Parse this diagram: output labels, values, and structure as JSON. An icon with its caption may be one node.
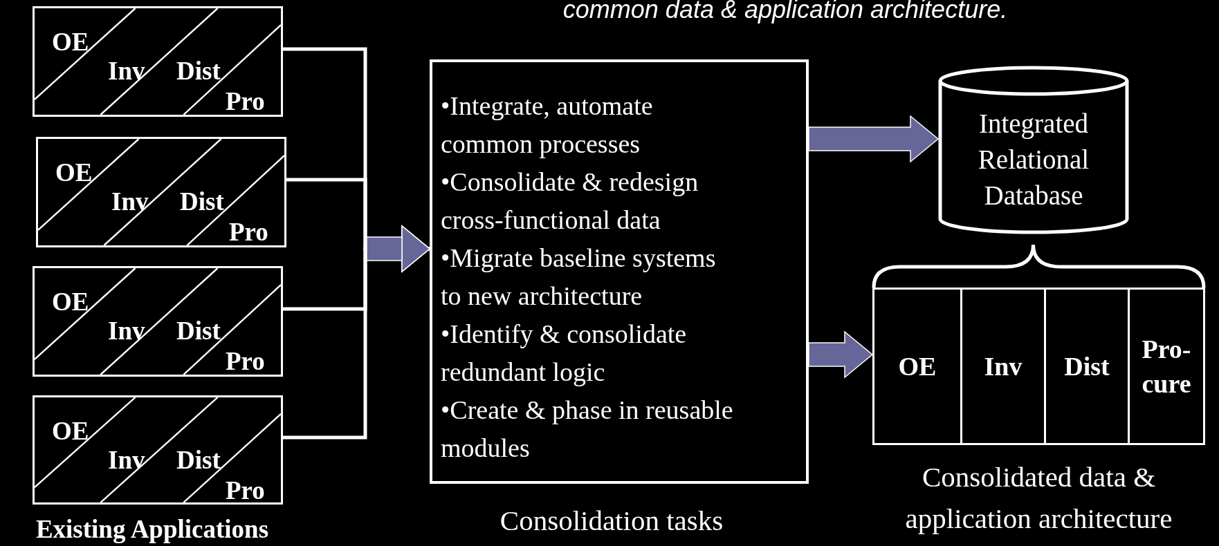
{
  "diagram": {
    "nodes": [
      {
        "text": [
          "OE",
          "Inv",
          "Dist",
          "Pro"
        ]
      },
      {
        "text": [
          "OE",
          "Inv",
          "Dist",
          "Pro"
        ]
      },
      {
        "text": [
          "OE",
          "Inv",
          "Dist",
          "Pro"
        ]
      },
      {
        "text": [
          "OE",
          "Inv",
          "Dist",
          "Pro"
        ]
      },
      {
        "text": [
          "•Integrate, automate common processes",
          "•Consolidate & redesign cross-functional data",
          "•Migrate baseline systems to new architecture",
          "•Identify & consolidate redundant logic",
          "•Create & phase in reusable modules"
        ],
        "beside": [
          "Consolidation tasks"
        ]
      },
      {
        "text": [
          "Integrated Relational Database"
        ]
      },
      {
        "text": [],
        "shape": "box",
        "beside": [
          "Consolidated data & application architecture"
        ]
      },
      {
        "text": [
          "OE"
        ],
        "in": 6
      },
      {
        "text": [
          "Inv"
        ],
        "in": 6
      },
      {
        "text": [
          "Dist"
        ],
        "in": 6
      },
      {
        "text": [
          "Pro-cure"
        ],
        "in": 6
      }
    ],
    "edges": [
      {
        "from": 0,
        "to": 4,
        "arrow": "to"
      },
      {
        "from": 1,
        "to": 4,
        "arrow": "to"
      },
      {
        "from": 2,
        "to": 4,
        "arrow": "to"
      },
      {
        "from": 3,
        "to": 4,
        "arrow": "to"
      },
      {
        "from": 4,
        "to": 5,
        "arrow": "to"
      },
      {
        "from": 4,
        "to": 6,
        "arrow": "to"
      }
    ],
    "labels": [
      "common data & application architecture.",
      "Existing Applications"
    ]
  }
}
